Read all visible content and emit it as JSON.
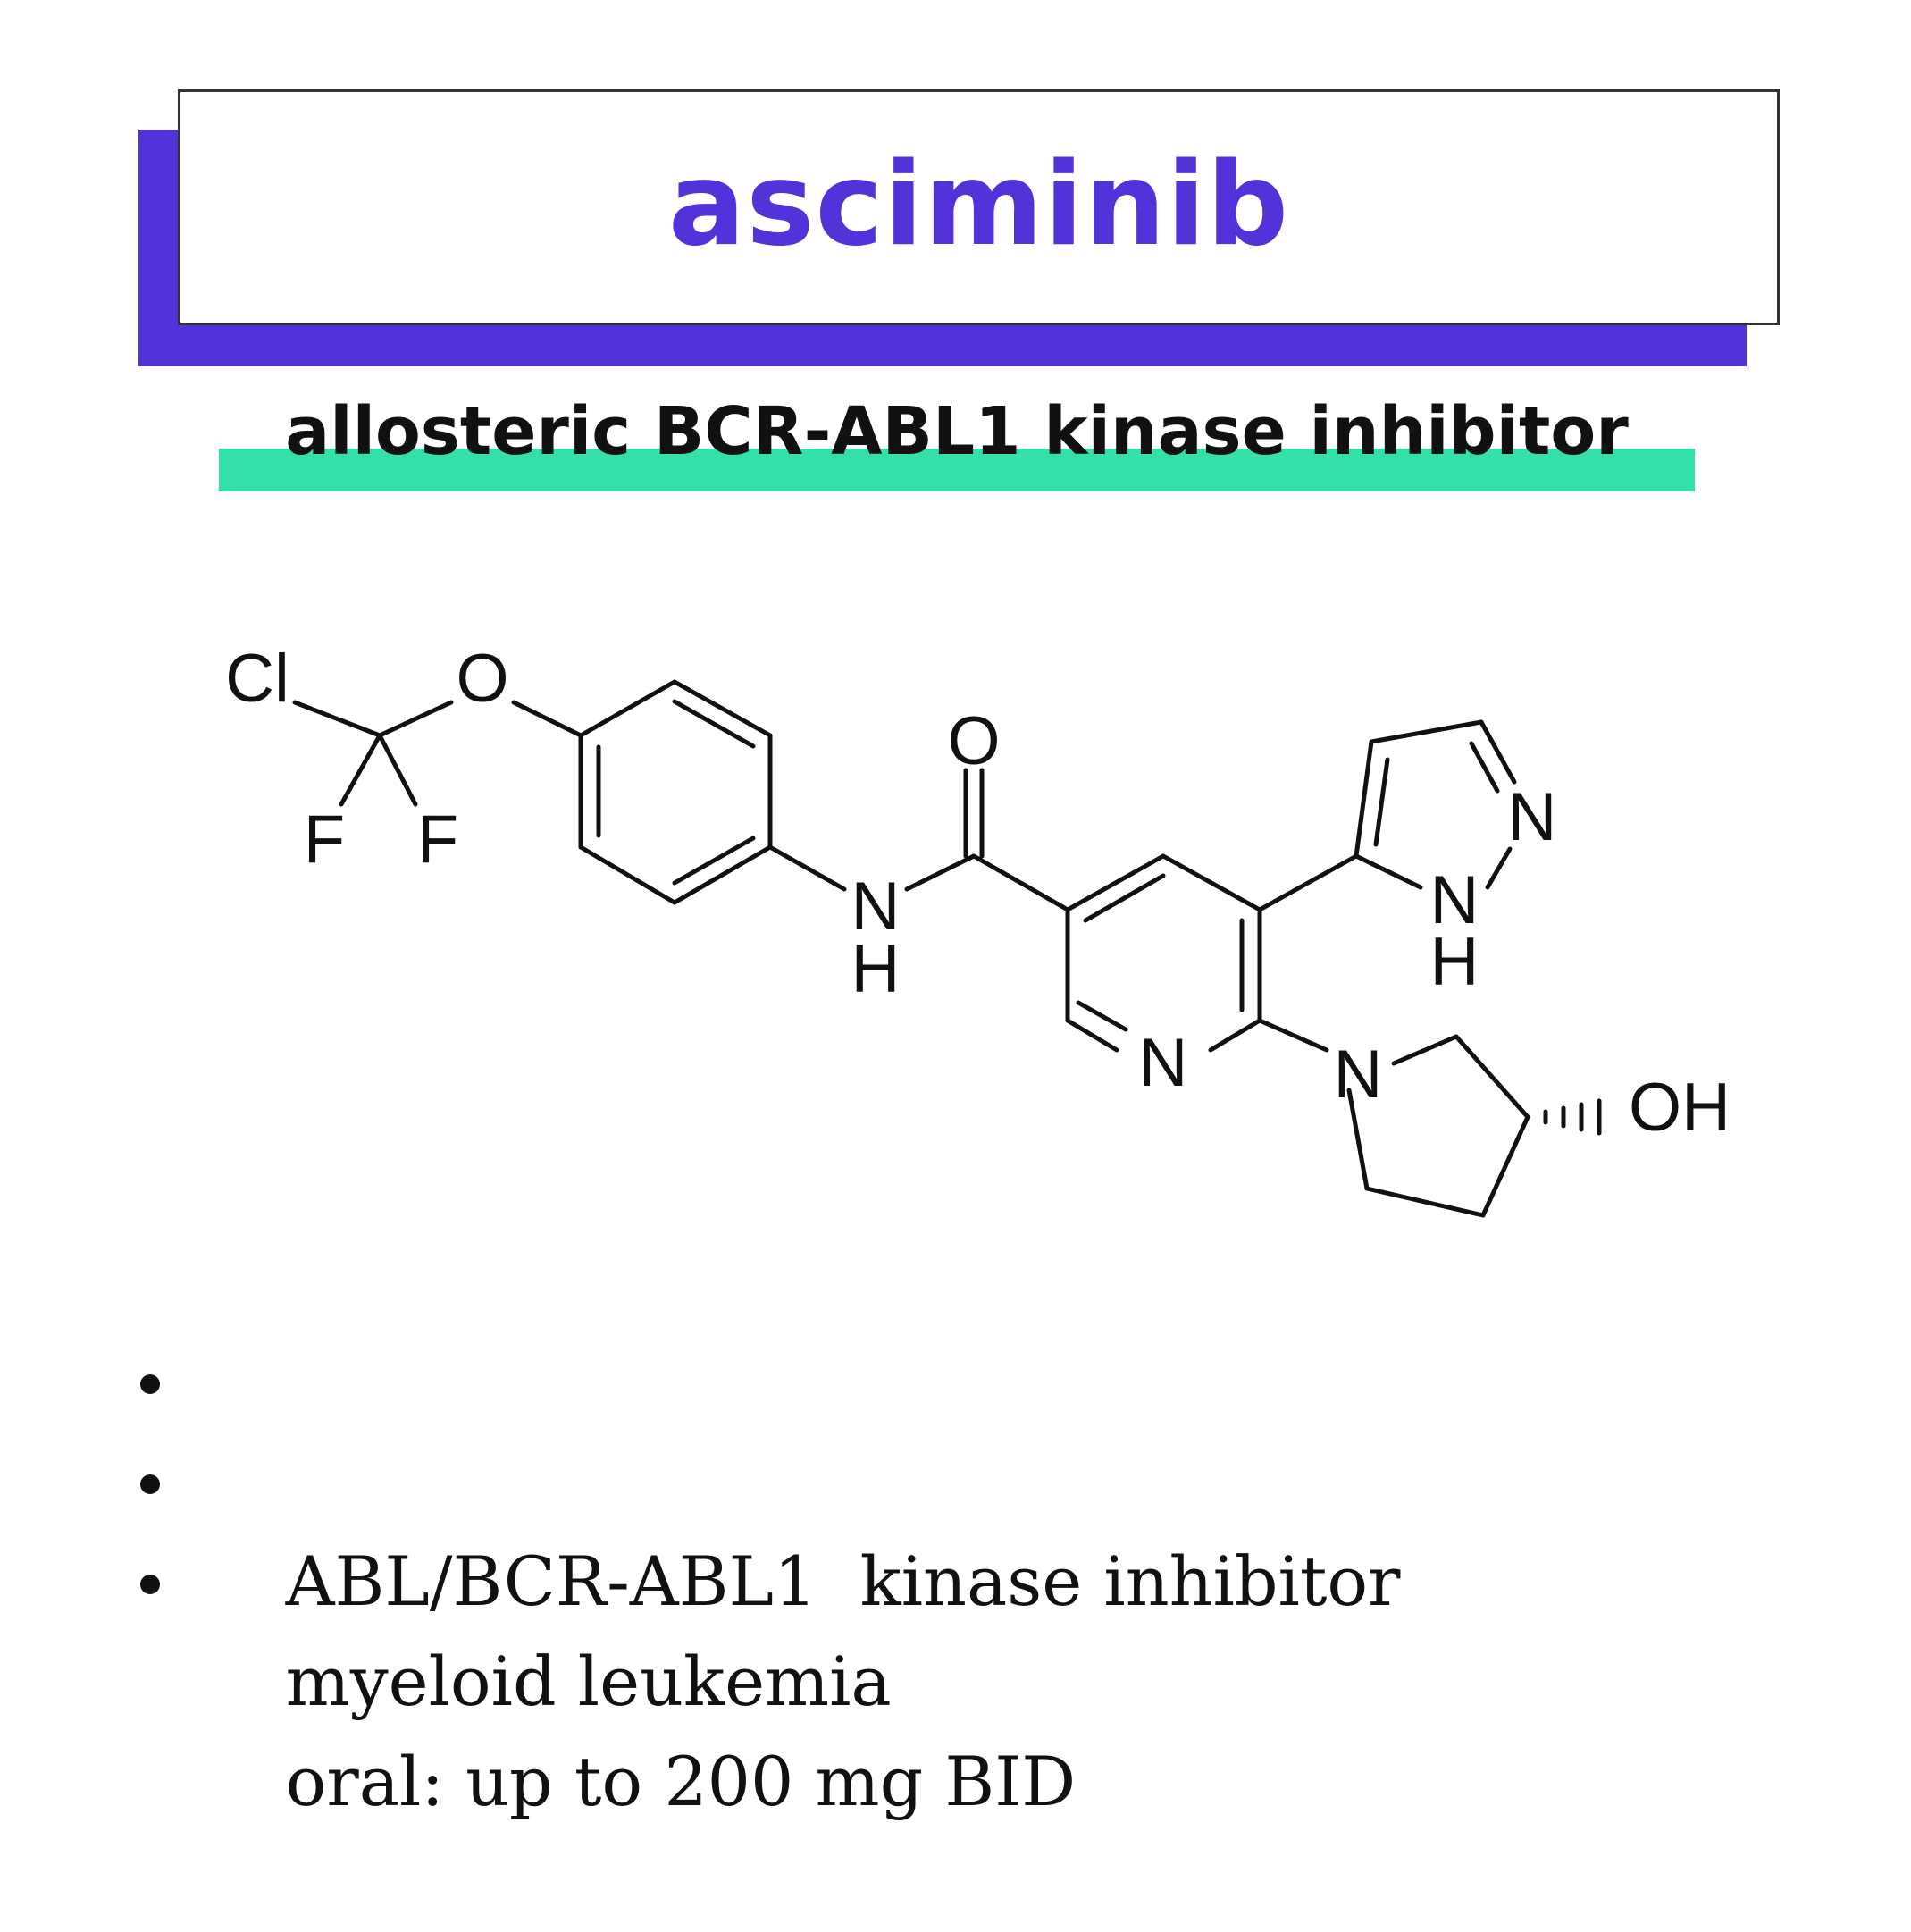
{
  "title": "asciminib",
  "subtitle": "allosteric BCR-ABL1 kinase inhibitor",
  "colors": {
    "accent_purple": "#5233D9",
    "highlight_green": "#33E0AA",
    "ink": "#111111"
  },
  "structure_labels": {
    "cl": "Cl",
    "o_ether": "O",
    "f_left": "F",
    "f_right": "F",
    "n_amide": "N",
    "h_amide": "H",
    "o_carbonyl": "O",
    "n_pyridine": "N",
    "n_pyrazole": "N",
    "n_pyrazole_h": "N",
    "h_pyrazole": "H",
    "n_pyrrolidine": "N",
    "oh": "OH"
  },
  "bullets": [
    "ABL/BCR-ABL1  kinase inhibitor",
    "myeloid leukemia",
    "oral: up to 200 mg BID"
  ]
}
